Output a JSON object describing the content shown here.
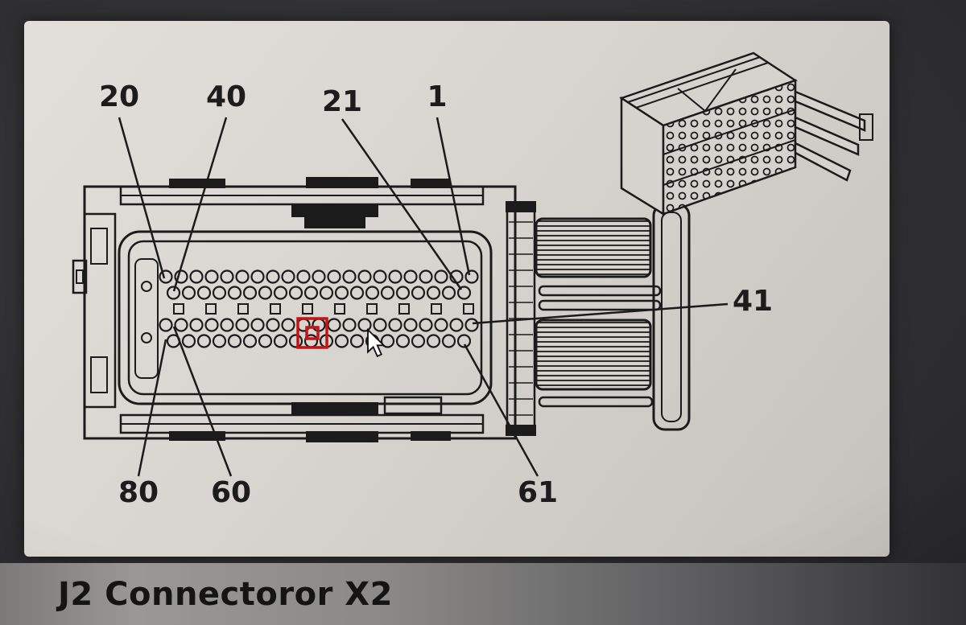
{
  "caption_bar": {
    "text": "J2 Connectoror X2"
  },
  "pin_labels": {
    "top": [
      "20",
      "40",
      "21",
      "1"
    ],
    "right": [
      "41"
    ],
    "bottom": [
      "80",
      "60",
      "61"
    ]
  },
  "colors": {
    "highlight": "#c41414",
    "line_ink": "#1b1b1b",
    "screen_bg": "#d6d3ce",
    "frame_bg": "#232325"
  }
}
